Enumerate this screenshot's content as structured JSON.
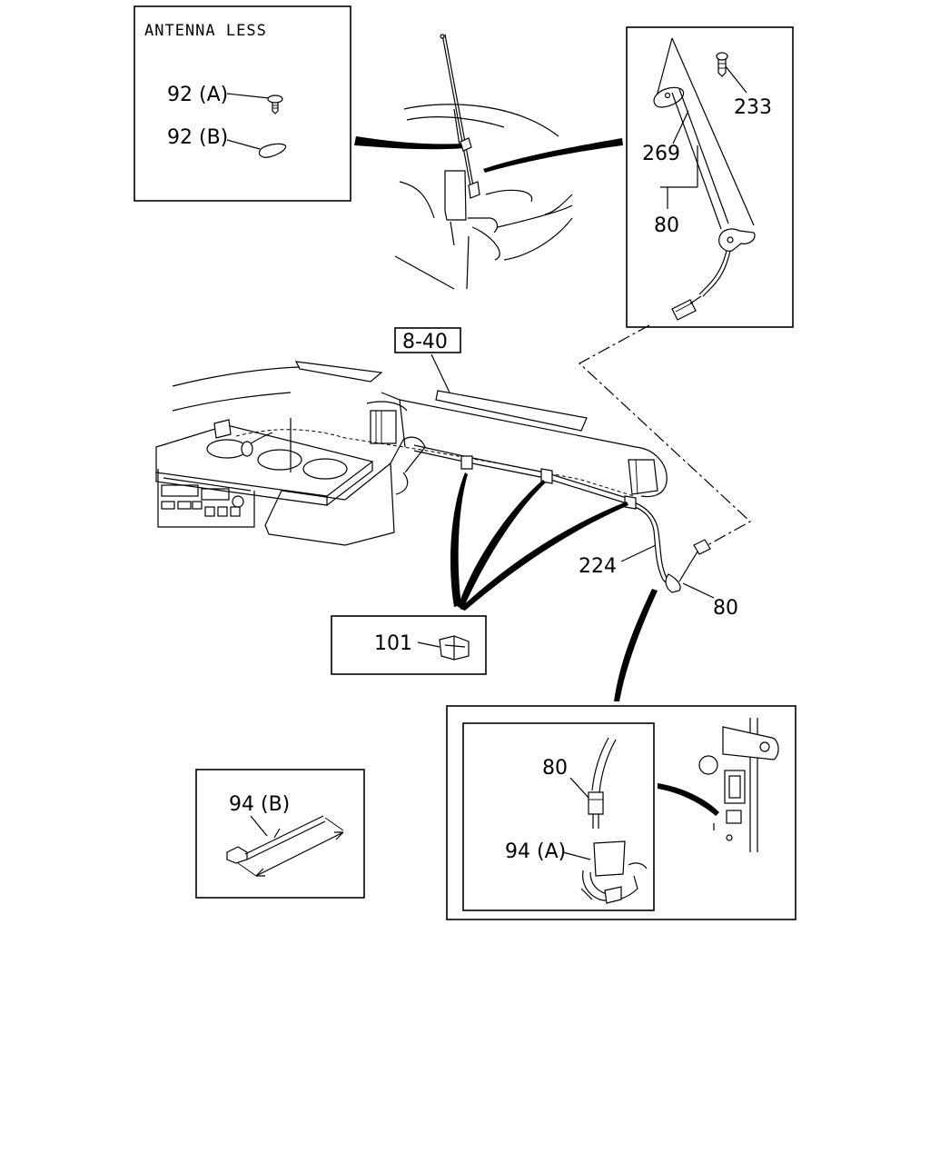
{
  "callouts": {
    "antenna_less_title": "ANTENNA LESS",
    "part_92a": "92 (A)",
    "part_92b": "92 (B)",
    "part_233": "233",
    "part_269": "269",
    "part_80_top": "80",
    "ref_8_40": "8-40",
    "part_224": "224",
    "part_80_mid": "80",
    "part_101": "101",
    "part_94b": "94 (B)",
    "part_80_detail": "80",
    "part_94a": "94 (A)"
  }
}
